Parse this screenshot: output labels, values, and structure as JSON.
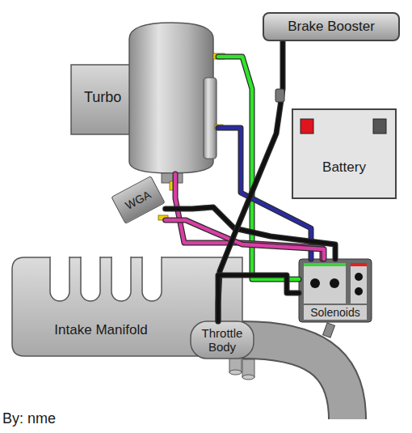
{
  "diagram": {
    "nodes": [
      {
        "text": [
          "Brake Booster"
        ]
      },
      {
        "text": [
          "Turbo"
        ]
      },
      {
        "text": [
          "Battery"
        ]
      },
      {
        "text": [
          "WGA"
        ]
      },
      {
        "text": [
          "Solenoids"
        ]
      },
      {
        "text": [
          "Intake Manifold"
        ]
      },
      {
        "text": [
          "Throttle Body"
        ]
      }
    ],
    "edges": [
      {
        "from": 1,
        "to": 4,
        "arrow": "none"
      },
      {
        "from": 1,
        "to": 4,
        "arrow": "none"
      },
      {
        "from": 1,
        "to": 4,
        "arrow": "none"
      },
      {
        "from": 3,
        "to": 4,
        "arrow": "none"
      },
      {
        "from": 3,
        "to": 4,
        "arrow": "none"
      },
      {
        "from": 0,
        "to": 6,
        "arrow": "none"
      },
      {
        "from": 6,
        "to": 4,
        "arrow": "none"
      }
    ],
    "labels": [
      "By: nme"
    ]
  }
}
